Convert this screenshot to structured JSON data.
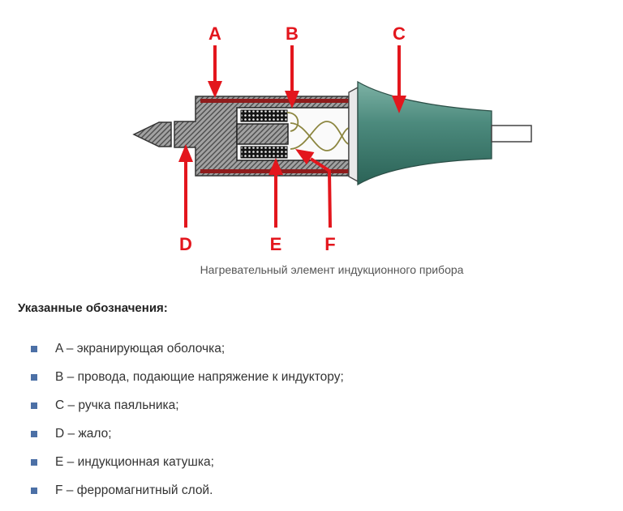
{
  "figure": {
    "labels": {
      "a": "A",
      "b": "B",
      "c": "C",
      "d": "D",
      "e": "E",
      "f": "F"
    },
    "caption": "Нагревательный элемент индукционного прибора",
    "colors": {
      "arrow": "#e3161d",
      "shell": "#8f1c1c",
      "handle": "#4c8a7d"
    }
  },
  "legend": {
    "heading": "Указанные обозначения:",
    "bullet_icon": "square-bullet-icon",
    "bullet_color": "#4c70a6",
    "items": [
      "A – экранирующая оболочка;",
      "B – провода, подающие напряжение к индуктору;",
      "C – ручка паяльника;",
      "D – жало;",
      "E – индукционная катушка;",
      "F – ферромагнитный слой."
    ]
  }
}
